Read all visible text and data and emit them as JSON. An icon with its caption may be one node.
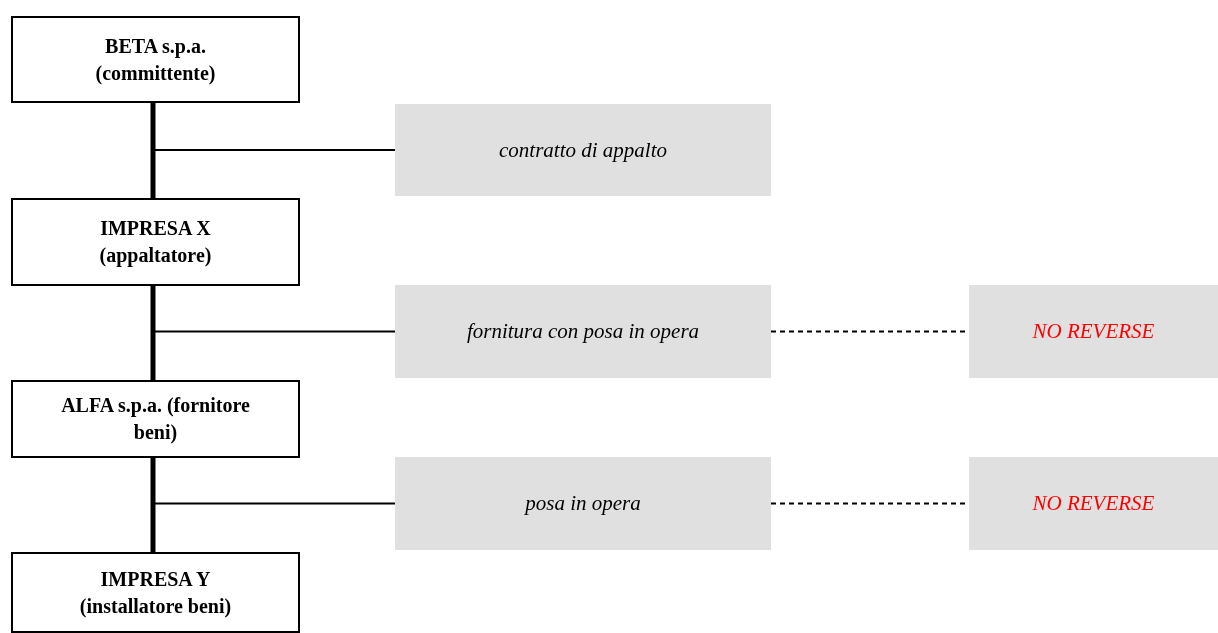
{
  "diagram": {
    "nodes": [
      {
        "text": [
          "BETA s.p.a. (committente)"
        ]
      },
      {
        "text": [
          "IMPRESA X (appaltatore)"
        ]
      },
      {
        "text": [
          "ALFA s.p.a. (fornitore beni)"
        ]
      },
      {
        "text": [
          "IMPRESA Y (installatore beni)"
        ]
      },
      {
        "text": [
          "contratto di appalto"
        ]
      },
      {
        "text": [
          "fornitura con posa in opera"
        ]
      },
      {
        "text": [
          "NO REVERSE"
        ]
      },
      {
        "text": [
          "posa in opera"
        ]
      },
      {
        "text": [
          "NO REVERSE"
        ]
      }
    ],
    "edges": [
      {
        "from": 0,
        "to": 1,
        "arrow": "none",
        "style": "thick"
      },
      {
        "from": 1,
        "to": 2,
        "arrow": "none",
        "style": "thick"
      },
      {
        "from": 2,
        "to": 3,
        "arrow": "none",
        "style": "thick"
      },
      {
        "from": null,
        "to": 4,
        "arrow": "none"
      },
      {
        "from": null,
        "to": 5,
        "arrow": "none"
      },
      {
        "from": null,
        "to": 7,
        "arrow": "none"
      },
      {
        "from": 5,
        "to": 6,
        "arrow": "none",
        "style": "dashed"
      },
      {
        "from": 7,
        "to": 8,
        "arrow": "none",
        "style": "dashed"
      }
    ]
  }
}
